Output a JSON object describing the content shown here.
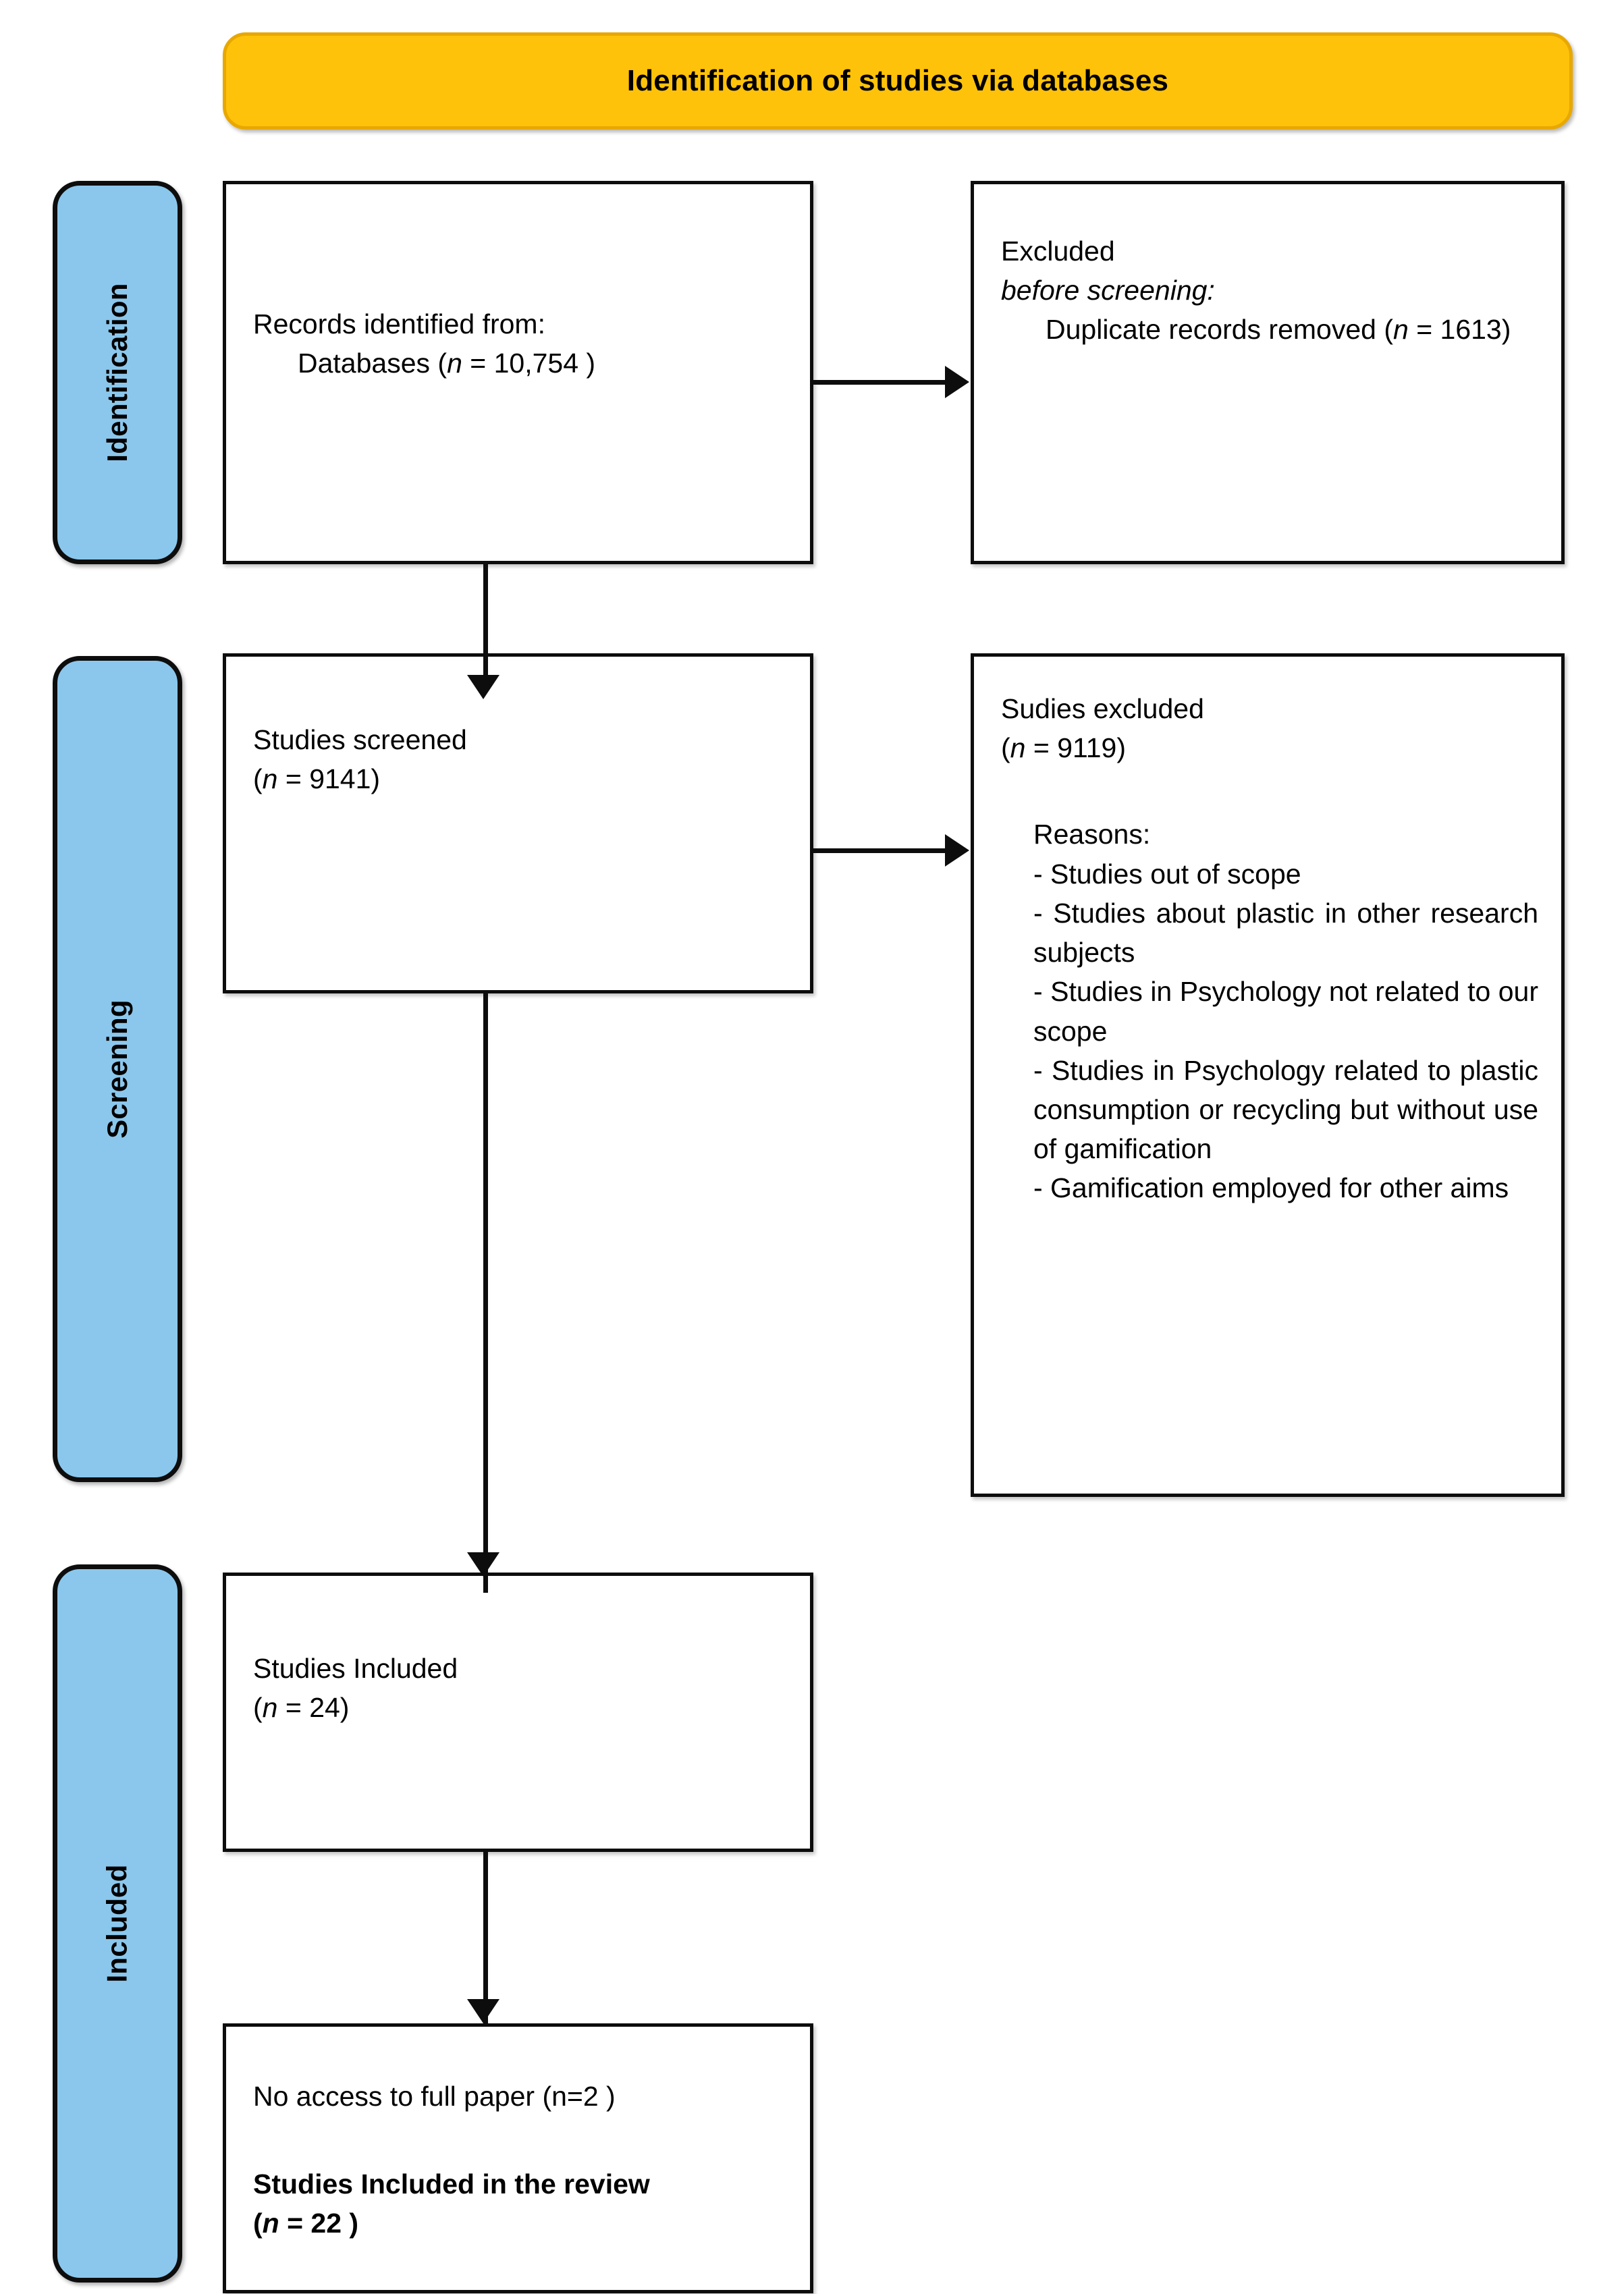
{
  "header": {
    "title": "Identification of studies via databases"
  },
  "colors": {
    "banner_fill": "#FFC20A",
    "banner_border": "#E8A800",
    "stage_fill": "#8BC7EC",
    "stroke": "#0D0D0D",
    "box_fill": "#FFFFFF"
  },
  "stages": [
    {
      "id": "identification",
      "label": "Identification"
    },
    {
      "id": "screening",
      "label": "Screening"
    },
    {
      "id": "included",
      "label": "Included"
    }
  ],
  "boxes": {
    "records_identified": {
      "line1": "Records identified from:",
      "line2_prefix": "Databases (",
      "line2_n": "n",
      "line2_suffix": " = 10,754 )",
      "count": 10754
    },
    "excluded_before_screening": {
      "line1": "Excluded",
      "line2": "before screening:",
      "line3_prefix": "Duplicate records removed  (",
      "line3_n": "n",
      "line3_suffix": " = 1613)",
      "count": 1613
    },
    "studies_screened": {
      "line1": "Studies screened",
      "line2_prefix": "(",
      "line2_n": "n",
      "line2_suffix": " = 9141)",
      "count": 9141
    },
    "studies_excluded": {
      "line1": "Sudies excluded",
      "line2_prefix": "(",
      "line2_n": "n",
      "line2_suffix": " = 9119)",
      "count": 9119,
      "reasons_heading": "Reasons:",
      "reasons": [
        "- Studies out of scope",
        "- Studies about plastic in other research subjects",
        "- Studies in Psychology not related to our scope",
        "- Studies in Psychology related to plastic consumption or recycling but without use of gamification",
        "- Gamification employed for other aims"
      ]
    },
    "studies_included": {
      "line1": "Studies Included",
      "line2_prefix": "(",
      "line2_n": "n",
      "line2_suffix": " = 24)",
      "count": 24
    },
    "final": {
      "line1": "No access to full paper (n=2 )",
      "no_access_count": 2,
      "line2": "Studies Included in the review",
      "line3_prefix": "(",
      "line3_n": "n",
      "line3_suffix": " = 22 )",
      "count": 22
    }
  },
  "connectors": [
    {
      "id": "identified-to-screened",
      "direction": "down"
    },
    {
      "id": "identified-to-excluded-before",
      "direction": "right"
    },
    {
      "id": "screened-to-excluded-reasons",
      "direction": "right"
    },
    {
      "id": "screened-to-included",
      "direction": "down"
    },
    {
      "id": "included-to-final",
      "direction": "down"
    }
  ]
}
